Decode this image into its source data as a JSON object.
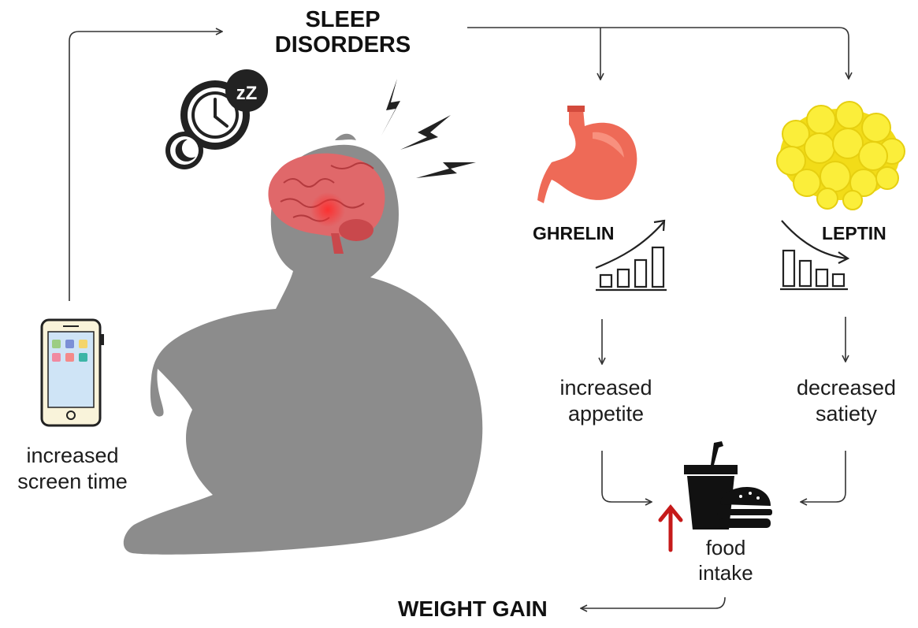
{
  "nodes": {
    "sleep_disorders": [
      "SLEEP",
      "DISORDERS"
    ],
    "ghrelin": "GHRELIN",
    "leptin": "LEPTIN",
    "increased_appetite": [
      "increased",
      "appetite"
    ],
    "decreased_satiety": [
      "decreased",
      "satiety"
    ],
    "food_intake": [
      "food",
      "intake"
    ],
    "increased_screen_time": [
      "increased",
      "screen time"
    ],
    "weight_gain": "WEIGHT GAIN"
  },
  "colors": {
    "silhouette": "#8c8c8c",
    "brain": "#e0686a",
    "stomach": "#ee6a57",
    "fat_cells": "#fbee3a",
    "up_arrow": "#c61a1a",
    "lines": "#333333",
    "icon_dark": "#222222"
  },
  "icons": [
    "clock-icon",
    "sleep-zzz-icon",
    "moon-icon",
    "lightning-icon",
    "brain-icon",
    "stomach-icon",
    "fat-cells-icon",
    "rising-bar-chart-icon",
    "falling-bar-chart-icon",
    "smartphone-icon",
    "fast-food-icon",
    "up-arrow-icon"
  ]
}
